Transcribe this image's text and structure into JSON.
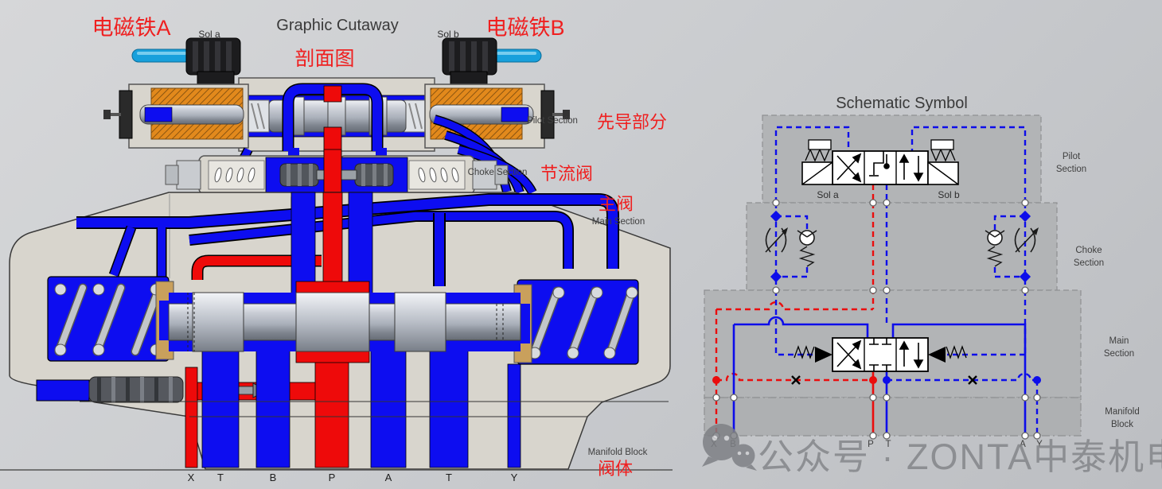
{
  "cutaway": {
    "title": "Graphic Cutaway",
    "subtitle_zh": "剖面图",
    "solenoid_a_zh": "电磁铁A",
    "solenoid_b_zh": "电磁铁B",
    "sol_a": "Sol a",
    "sol_b": "Sol b",
    "pilot_section": {
      "en": "Pilot Section",
      "zh": "先导部分"
    },
    "choke_section": {
      "en": "Choke Section",
      "zh": "节流阀"
    },
    "main_section": {
      "en": "Main Section",
      "zh": "主阀"
    },
    "manifold_block": {
      "en": "Manifold Block",
      "zh": "阀体"
    },
    "ports": [
      "X",
      "T",
      "B",
      "P",
      "A",
      "T",
      "Y"
    ]
  },
  "schematic": {
    "title": "Schematic Symbol",
    "sol_a": "Sol a",
    "sol_b": "Sol b",
    "sections": {
      "pilot": {
        "line1": "Pilot",
        "line2": "Section"
      },
      "choke": {
        "line1": "Choke",
        "line2": "Section"
      },
      "main": {
        "line1": "Main",
        "line2": "Section"
      },
      "manifold": {
        "line1": "Manifold",
        "line2": "Block"
      }
    },
    "ports": [
      "X",
      "B",
      "P",
      "T",
      "A",
      "Y"
    ]
  },
  "watermark": {
    "text": "公众号 · ZONTA中泰机电",
    "icon": "wechat-icon"
  },
  "colors": {
    "line_blue": "#0d0df0",
    "line_red": "#ee0a0a",
    "label_red": "#ef2020",
    "body_beige": "#d8d5cd",
    "coil_orange": "#e2891c",
    "block_gray": "#b2b4b6",
    "background": "#c9cbce",
    "cable_blue": "#17a0dc",
    "spool_silver": "#c6cad2",
    "seat_tan": "#c9a05c"
  }
}
